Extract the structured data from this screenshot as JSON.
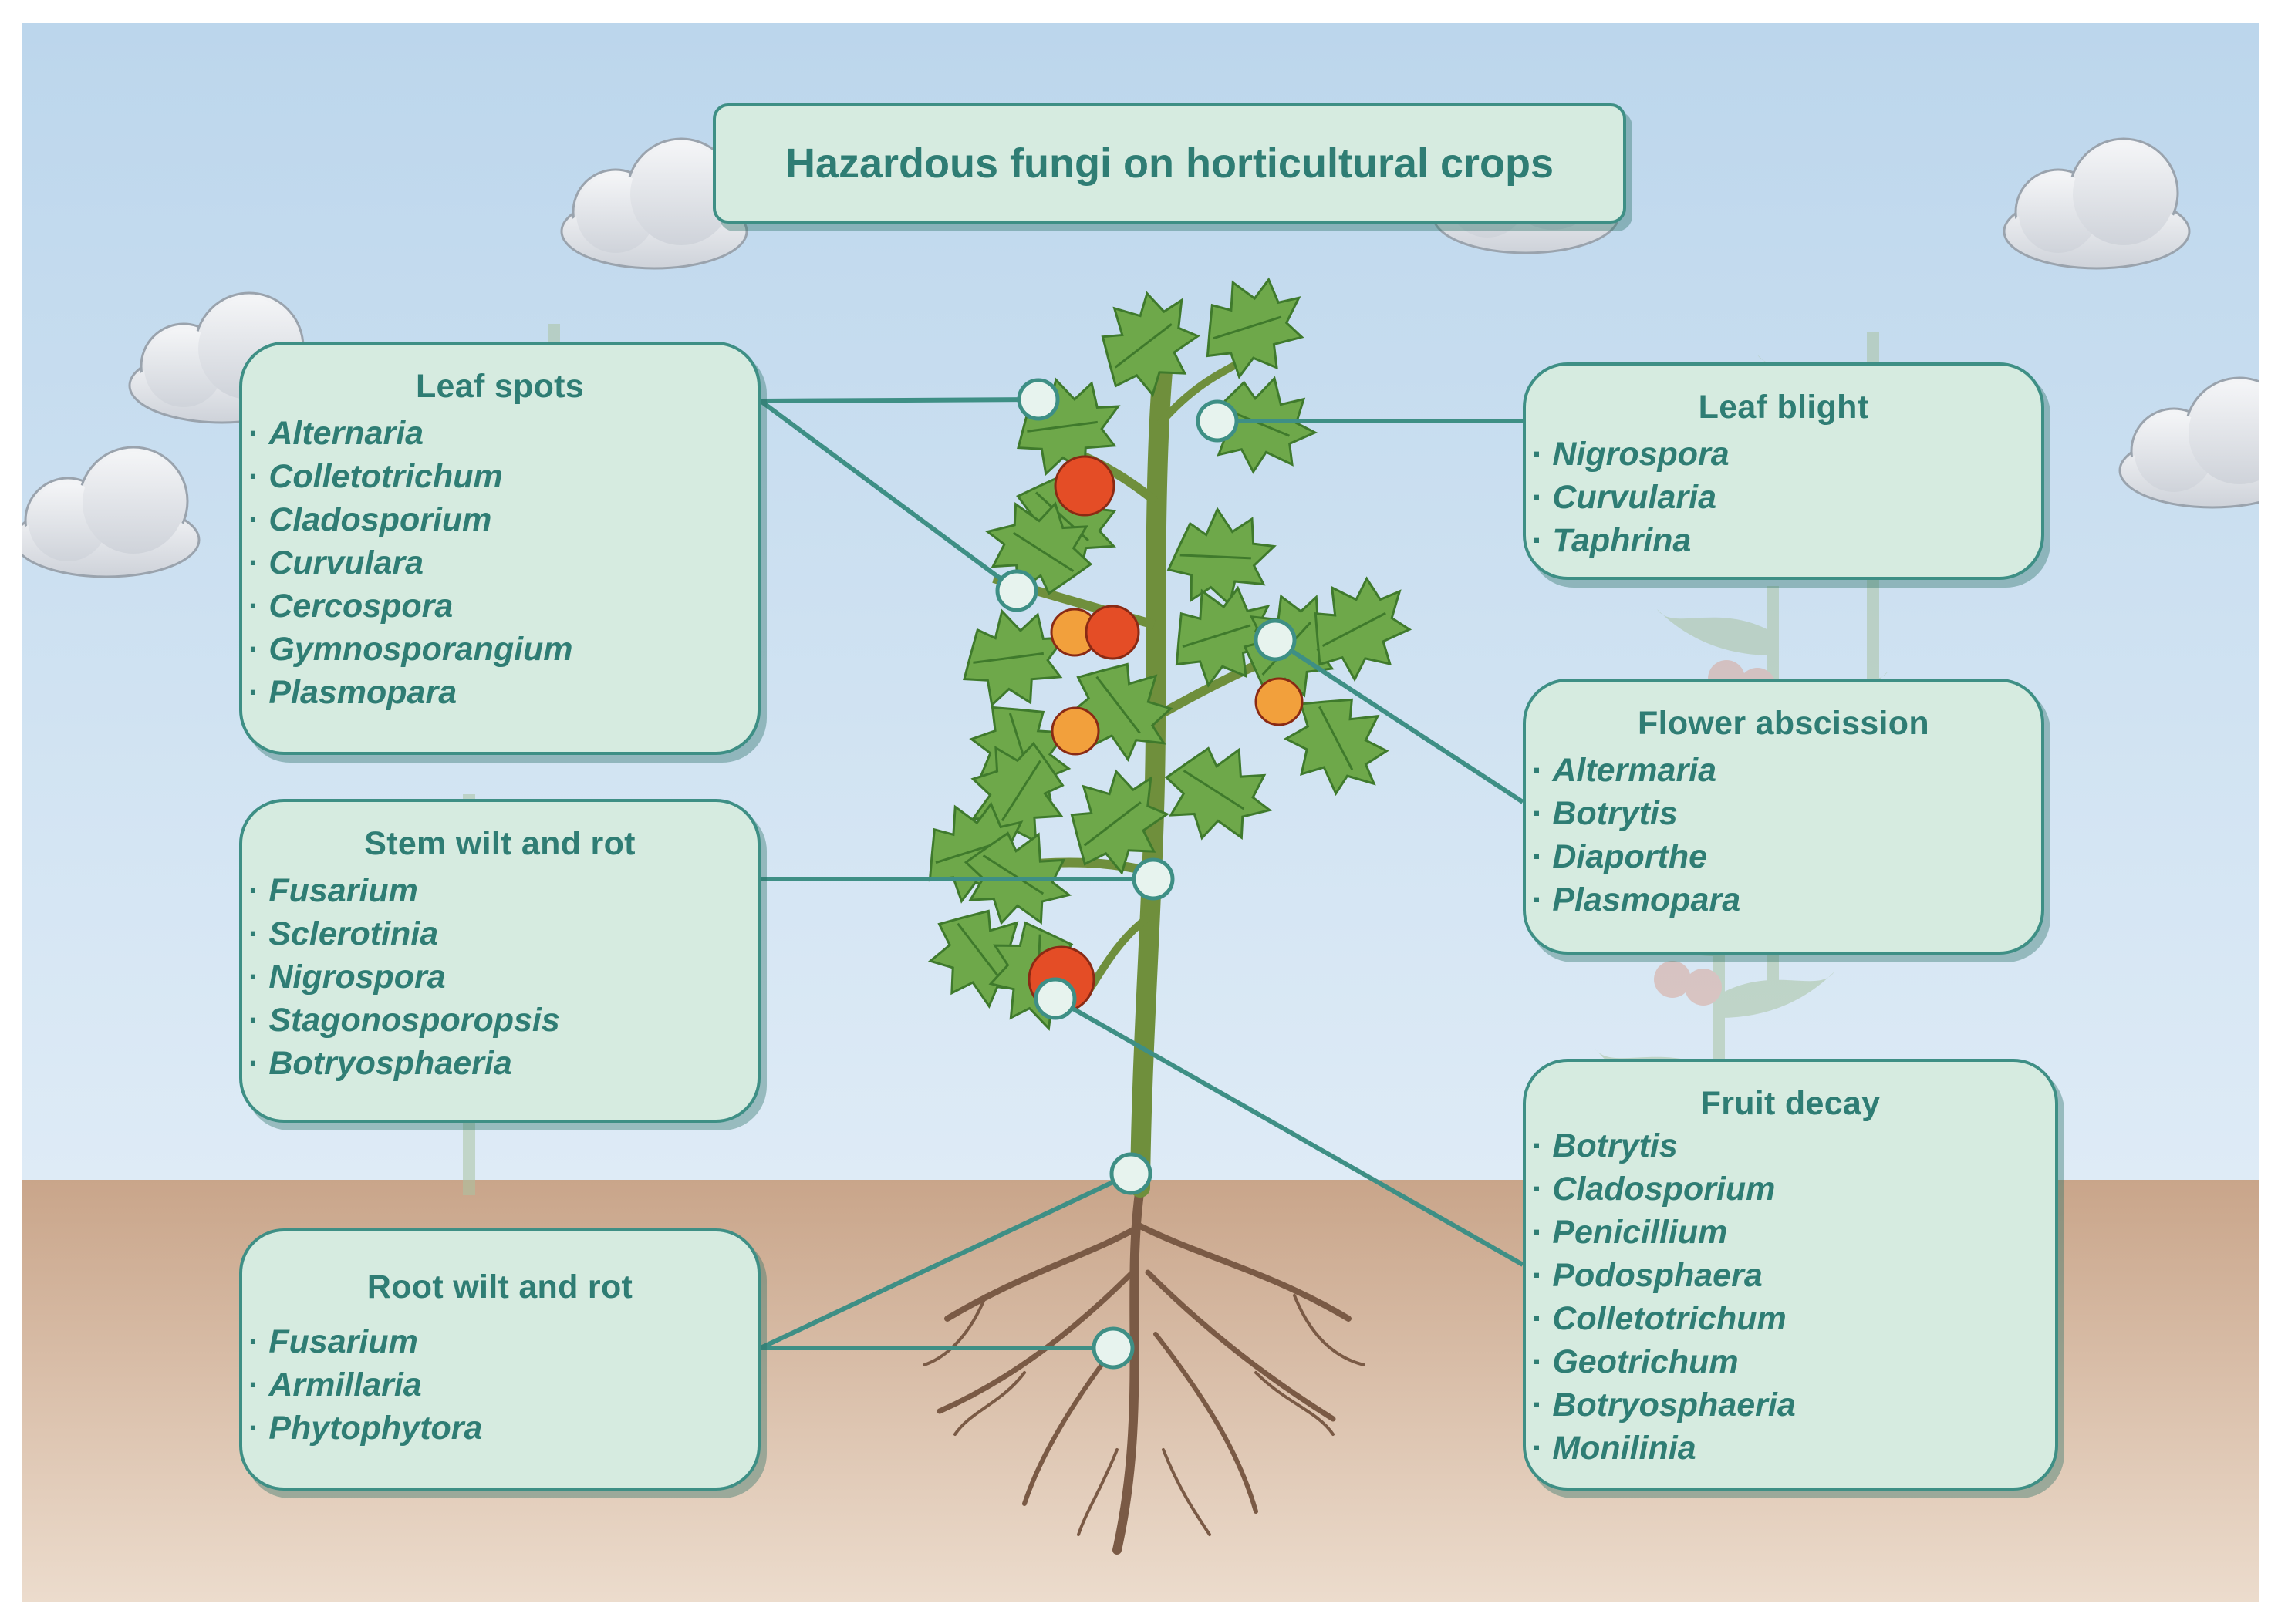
{
  "title": "Hazardous fungi on horticultural crops",
  "colors": {
    "accent": "#2f7d74",
    "box_fill": "#d6ebe0",
    "connector": "#3e8f85",
    "sky_top": "#bcd6ec",
    "soil": "#c9a58a",
    "leaf": "#6ea84a",
    "tomato_red": "#e44d26",
    "tomato_orange": "#f2a03c"
  },
  "categories": {
    "leaf_spots": {
      "title": "Leaf spots",
      "items": [
        "Alternaria",
        "Colletotrichum",
        "Cladosporium",
        "Curvulara",
        "Cercospora",
        "Gymnosporangium",
        "Plasmopara"
      ]
    },
    "stem_wilt": {
      "title": "Stem wilt and rot",
      "items": [
        "Fusarium",
        "Sclerotinia",
        "Nigrospora",
        "Stagonosporopsis",
        "Botryosphaeria"
      ]
    },
    "root_wilt": {
      "title": "Root wilt and rot",
      "items": [
        "Fusarium",
        "Armillaria",
        "Phytophytora"
      ]
    },
    "leaf_blight": {
      "title": "Leaf blight",
      "items": [
        "Nigrospora",
        "Curvularia",
        "Taphrina"
      ]
    },
    "flower_abscission": {
      "title": "Flower abscission",
      "items": [
        "Altermaria",
        "Botrytis",
        "Diaporthe",
        "Plasmopara"
      ]
    },
    "fruit_decay": {
      "title": "Fruit decay",
      "items": [
        "Botrytis",
        "Cladosporium",
        "Penicillium",
        "Podosphaera",
        "Colletotrichum",
        "Geotrichum",
        "Botryosphaeria",
        "Monilinia"
      ]
    }
  },
  "icons": [
    "cloud-icon",
    "tomato-plant-icon",
    "connector-node-icon"
  ]
}
